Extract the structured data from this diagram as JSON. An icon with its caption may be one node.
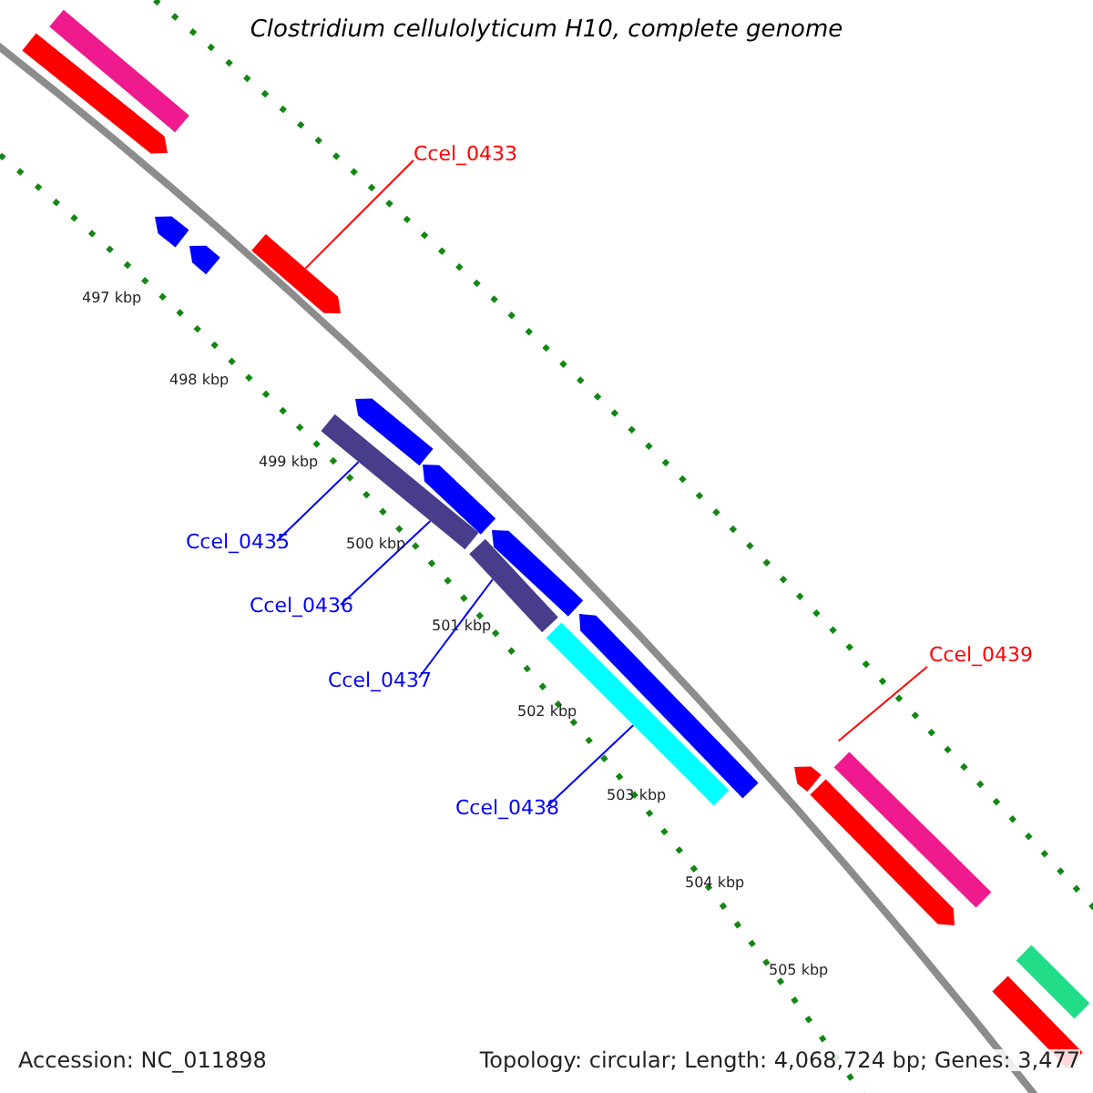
{
  "diagram": {
    "title": "Clostridium cellulolyticum H10, complete genome",
    "nodes": [
      {
        "text": [
          "Ccel_0433"
        ]
      },
      {
        "text": [],
        "shape": "bar"
      },
      {
        "text": [
          "Ccel_0435"
        ]
      },
      {
        "text": [
          "Ccel_0436"
        ]
      },
      {
        "text": [
          "Ccel_0437"
        ]
      },
      {
        "text": [
          "Ccel_0438"
        ]
      },
      {
        "text": [],
        "shape": "bar"
      },
      {
        "text": [],
        "shape": "bar"
      },
      {
        "text": [],
        "shape": "bar"
      },
      {
        "text": [
          "Ccel_0439"
        ]
      },
      {
        "text": [],
        "shape": "bar"
      }
    ],
    "edges": [
      {
        "from": 0,
        "to": 1,
        "arrow": "none",
        "color": "#ff0000"
      },
      {
        "from": 2,
        "to": 6,
        "arrow": "none"
      },
      {
        "from": 3,
        "to": 6,
        "arrow": "none"
      },
      {
        "from": 4,
        "to": 7,
        "arrow": "none"
      },
      {
        "from": 5,
        "to": 8,
        "arrow": "none"
      },
      {
        "from": 9,
        "to": 10,
        "arrow": "none",
        "color": "#ff0000"
      }
    ],
    "labels": [
      "497 kbp",
      "498 kbp",
      "499 kbp",
      "500 kbp",
      "501 kbp",
      "502 kbp",
      "503 kbp",
      "504 kbp",
      "505 kbp",
      "Accession: NC_011898",
      "Topology: circular; Length: 4,068,724 bp; Genes: 3,477"
    ]
  }
}
